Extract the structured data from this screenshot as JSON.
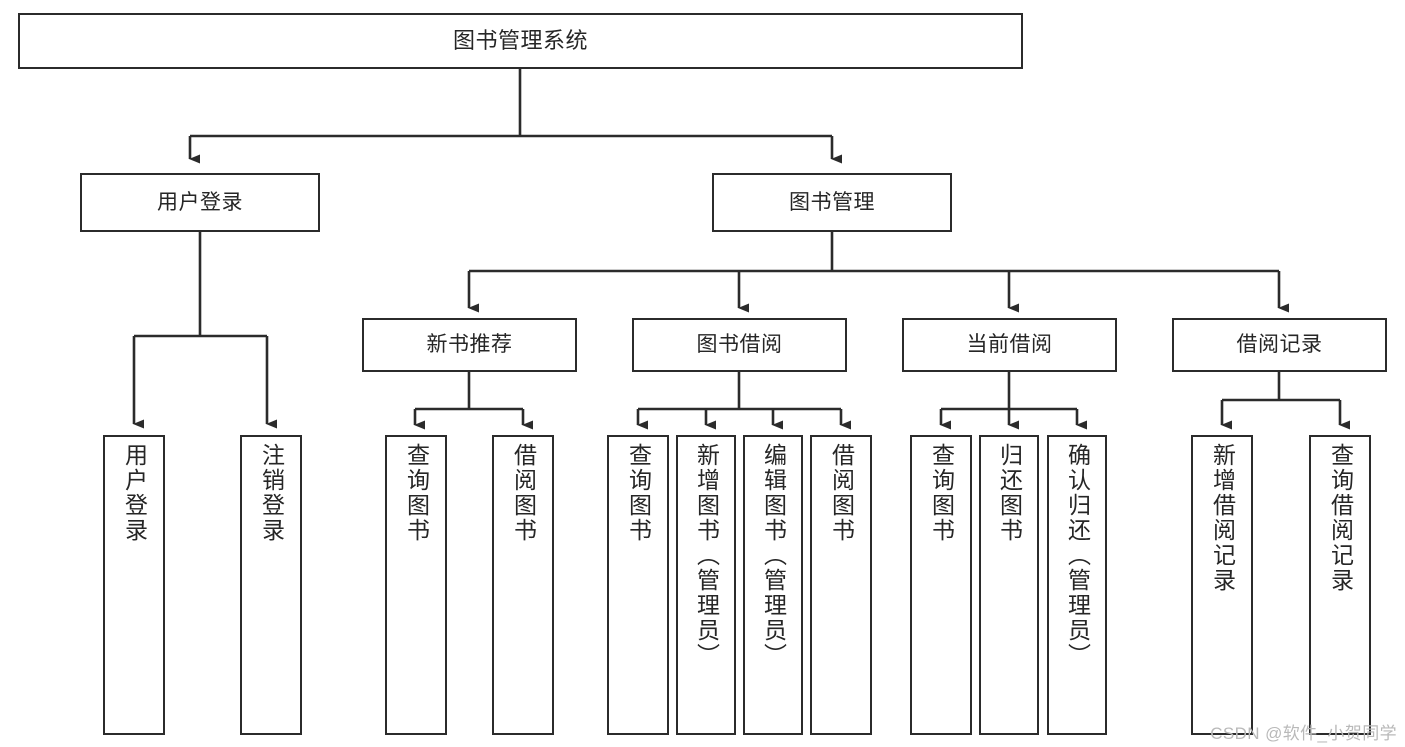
{
  "diagram": {
    "type": "tree-hierarchy",
    "title": "图书管理系统",
    "watermark": "CSDN @软件_小贺同学",
    "style": {
      "box_border": "#2b2b2b",
      "box_fill": "#ffffff",
      "text_color": "#262626",
      "connector_color": "#2b2b2b",
      "watermark_color": "#b9b9b9",
      "background": "#ffffff"
    },
    "levels": {
      "level1": "系统",
      "level2": "模块",
      "level3": "子模块",
      "level4": "功能"
    },
    "nodes": {
      "root": {
        "label": "图书管理系统",
        "orientation": "horizontal"
      },
      "level2": [
        {
          "id": "user-login",
          "label": "用户登录",
          "orientation": "horizontal"
        },
        {
          "id": "book-manage",
          "label": "图书管理",
          "orientation": "horizontal"
        }
      ],
      "level3": [
        {
          "id": "new-book-recommend",
          "label": "新书推荐",
          "orientation": "horizontal",
          "parent": "book-manage"
        },
        {
          "id": "book-borrow",
          "label": "图书借阅",
          "orientation": "horizontal",
          "parent": "book-manage"
        },
        {
          "id": "current-borrow",
          "label": "当前借阅",
          "orientation": "horizontal",
          "parent": "book-manage"
        },
        {
          "id": "borrow-record",
          "label": "借阅记录",
          "orientation": "horizontal",
          "parent": "book-manage"
        }
      ],
      "leaves": [
        {
          "id": "leaf-user-login",
          "label": "用户登录",
          "parent": "user-login"
        },
        {
          "id": "leaf-logout-login",
          "label": "注销登录",
          "parent": "user-login"
        },
        {
          "id": "leaf-query-book-1",
          "label": "查询图书",
          "parent": "new-book-recommend"
        },
        {
          "id": "leaf-borrow-book-1",
          "label": "借阅图书",
          "parent": "new-book-recommend"
        },
        {
          "id": "leaf-query-book-2",
          "label": "查询图书",
          "parent": "book-borrow"
        },
        {
          "id": "leaf-add-book-admin",
          "label": "新增图书（管理员）",
          "parent": "book-borrow"
        },
        {
          "id": "leaf-edit-book-admin",
          "label": "编辑图书（管理员）",
          "parent": "book-borrow"
        },
        {
          "id": "leaf-borrow-book-2",
          "label": "借阅图书",
          "parent": "book-borrow"
        },
        {
          "id": "leaf-query-book-3",
          "label": "查询图书",
          "parent": "current-borrow"
        },
        {
          "id": "leaf-return-book",
          "label": "归还图书",
          "parent": "current-borrow"
        },
        {
          "id": "leaf-confirm-return",
          "label": "确认归还（管理员）",
          "parent": "current-borrow"
        },
        {
          "id": "leaf-add-record",
          "label": "新增借阅记录",
          "parent": "borrow-record"
        },
        {
          "id": "leaf-query-record",
          "label": "查询借阅记录",
          "parent": "borrow-record"
        }
      ]
    }
  }
}
